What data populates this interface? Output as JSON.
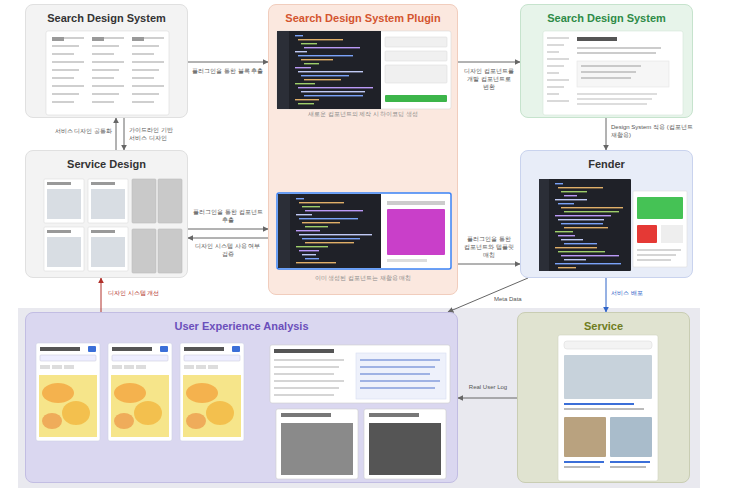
{
  "diagram": {
    "nodes": [
      {
        "text": [
          "Search Design System"
        ]
      },
      {
        "text": [
          "Search Design System Plugin",
          "새로운 컴포넌트의 제작 시 하이코딩 생성",
          "이미 생성된 컴포넌트는 재활용 매칭"
        ]
      },
      {
        "text": [
          "Search Design System"
        ]
      },
      {
        "text": [
          "Service Design"
        ]
      },
      {
        "text": [
          "Fender"
        ]
      },
      {
        "text": [
          "User Experience Analysis"
        ]
      },
      {
        "text": [
          "Service"
        ]
      }
    ],
    "edges": [
      {
        "from": 0,
        "to": 1,
        "arrow": "to",
        "label": "플러그인을 통한 블록 추출"
      },
      {
        "from": 1,
        "to": 2,
        "arrow": "to",
        "label": "디자인 컴포넌트를 개발 컴포넌트로 변환"
      },
      {
        "from": 2,
        "to": 4,
        "arrow": "to",
        "label": "Design System 적용 (컴포넌트 재활용)"
      },
      {
        "from": 3,
        "to": 0,
        "arrow": "to",
        "label": "서비스 디자인 공통화"
      },
      {
        "from": 0,
        "to": 3,
        "arrow": "to",
        "label": "가이드라인 기반 서비스 디자인"
      },
      {
        "from": 3,
        "to": 1,
        "arrow": "to",
        "label": "플러그인을 통한 컴포넌트 추출"
      },
      {
        "from": 1,
        "to": 3,
        "arrow": "to",
        "label": "디자인 시스템 사용 여부 검증"
      },
      {
        "from": 1,
        "to": 4,
        "arrow": "to",
        "label": "플러그인을 통한 컴포넌트와 템플릿 매칭"
      },
      {
        "from": 4,
        "to": 6,
        "arrow": "to",
        "label": "서비스 배포"
      },
      {
        "from": 6,
        "to": 5,
        "arrow": "to",
        "label": "Real User Log"
      },
      {
        "from": 4,
        "to": 5,
        "arrow": "to",
        "label": "Meta Data"
      },
      {
        "from": 5,
        "to": 3,
        "arrow": "to",
        "label": "디자인 시스템 개선"
      }
    ]
  }
}
